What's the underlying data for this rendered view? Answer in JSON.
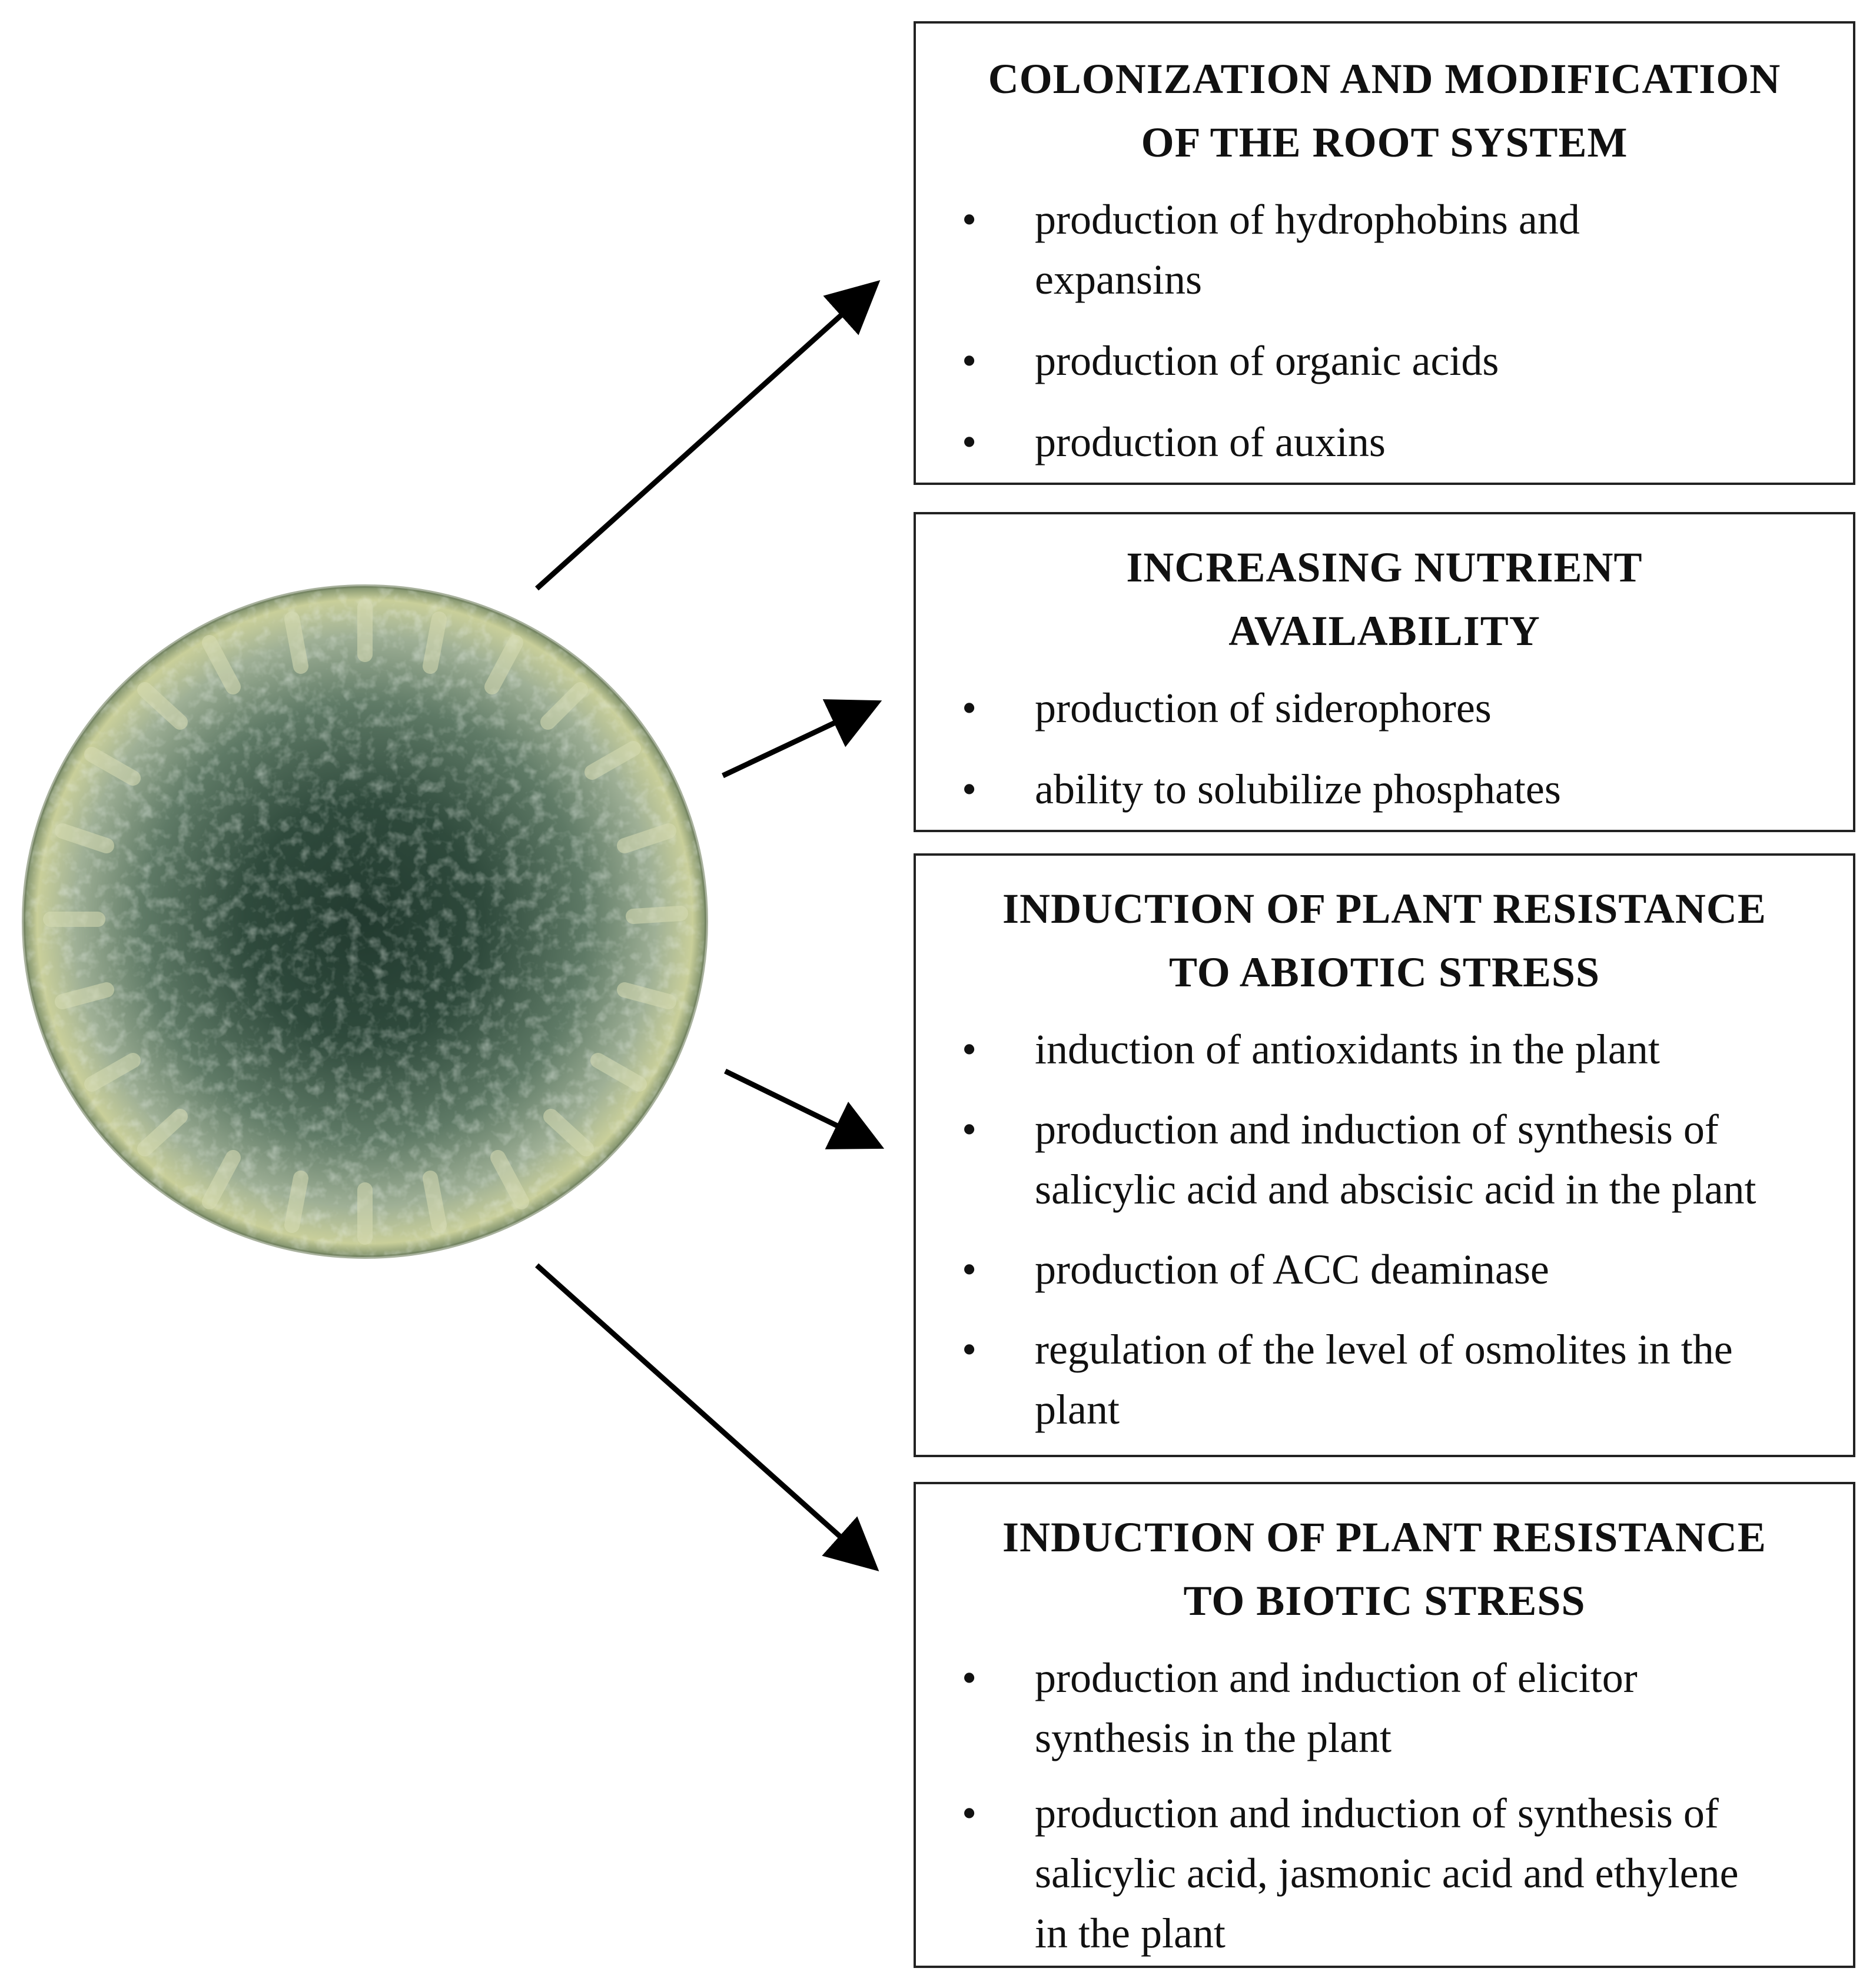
{
  "boxes": [
    {
      "title_lines": [
        "COLONIZATION AND MODIFICATION",
        "OF THE ROOT SYSTEM"
      ],
      "items": [
        [
          "production of hydrophobins and",
          "expansins"
        ],
        [
          "production of organic acids"
        ],
        [
          "production of auxins"
        ]
      ]
    },
    {
      "title_lines": [
        "INCREASING NUTRIENT",
        "AVAILABILITY"
      ],
      "items": [
        [
          "production of siderophores"
        ],
        [
          "ability to solubilize phosphates"
        ]
      ]
    },
    {
      "title_lines": [
        "INDUCTION OF PLANT RESISTANCE",
        "TO ABIOTIC STRESS"
      ],
      "items": [
        [
          "induction of antioxidants in the plant"
        ],
        [
          "production and induction of synthesis of",
          "salicylic acid and abscisic acid in the plant"
        ],
        [
          "production of ACC deaminase"
        ],
        [
          "regulation of the level of osmolites in the",
          "plant"
        ]
      ]
    },
    {
      "title_lines": [
        "INDUCTION OF PLANT RESISTANCE",
        "TO BIOTIC STRESS"
      ],
      "items": [
        [
          "production and induction of elicitor",
          "synthesis in the plant"
        ],
        [
          "production and induction of synthesis of",
          "salicylic acid, jasmonic acid and ethylene",
          "in the plant"
        ]
      ]
    }
  ],
  "bullet_char": "•",
  "colors": {
    "colony_dark": "#2f4a3c",
    "colony_mid": "#5f7a66",
    "colony_light": "#b9c7a8",
    "colony_rim": "#c9cf9a",
    "arrow": "#000000",
    "border": "#222222"
  }
}
